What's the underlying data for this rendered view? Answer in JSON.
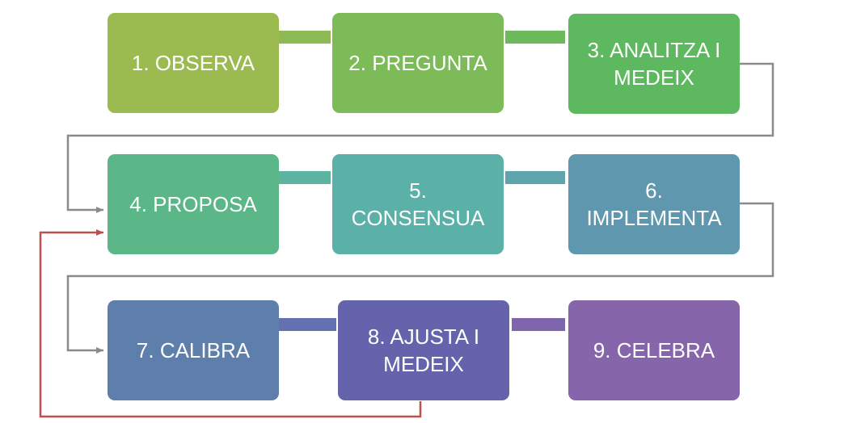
{
  "diagram": {
    "steps": [
      {
        "label": "1. OBSERVA",
        "color": "#9bbb50"
      },
      {
        "label": "2. PREGUNTA",
        "color": "#7cbb57"
      },
      {
        "label": "3. ANALITZA I MEDEIX",
        "color": "#5db85f"
      },
      {
        "label": "4. PROPOSA",
        "color": "#5bb688"
      },
      {
        "label": "5. CONSENSUA",
        "color": "#5bb0a8"
      },
      {
        "label": "6. IMPLEMENTA",
        "color": "#5f97af"
      },
      {
        "label": "7. CALIBRA",
        "color": "#5e7eac"
      },
      {
        "label": "8. AJUSTA I MEDEIX",
        "color": "#6463ab"
      },
      {
        "label": "9. CELEBRA",
        "color": "#8665aa"
      }
    ],
    "link_colors": [
      "#8dba55",
      "#6cba5b",
      "#5bb3a0",
      "#5ea5ad",
      "#6470b0",
      "#7d66ab"
    ],
    "connector_color": "#8a8a8a",
    "loop_back_color": "#c0504d"
  }
}
